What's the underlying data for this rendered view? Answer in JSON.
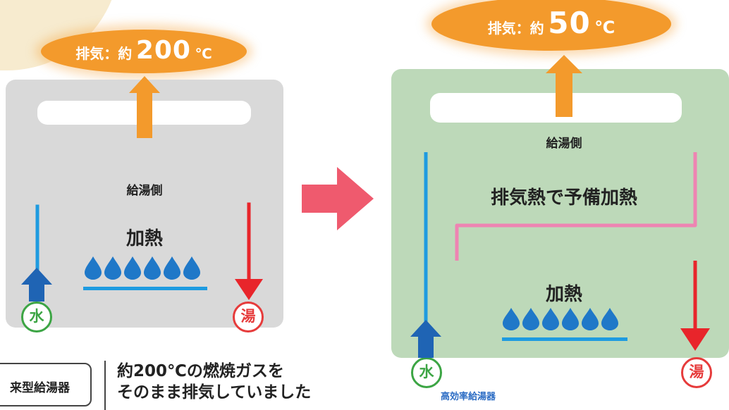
{
  "left": {
    "exhaust": {
      "label": "排気：約",
      "value": "200",
      "unit": "℃"
    },
    "supply_side": "給湯側",
    "heating": "加熱",
    "water": "水",
    "hot": "湯",
    "type_label": "来型給湯器",
    "note_line1": "約200℃の燃焼ガスを",
    "note_line2": "そのまま排気していました"
  },
  "right": {
    "exhaust": {
      "label": "排気：約",
      "value": "50",
      "unit": "℃"
    },
    "supply_side": "給湯側",
    "preheat": "排気熱で予備加熱",
    "heating": "加熱",
    "water": "水",
    "hot": "湯",
    "type_label": "高効率給湯器"
  },
  "colors": {
    "exhaust": "#f39a2c",
    "cold_pipe": "#1e9be0",
    "hot_pipe": "#e8252b",
    "mid_pipe": "#ee84b2",
    "flame": "#1f78c8",
    "arrow_up": "#1f64b4",
    "transition_arrow": "#ef5a6e"
  }
}
